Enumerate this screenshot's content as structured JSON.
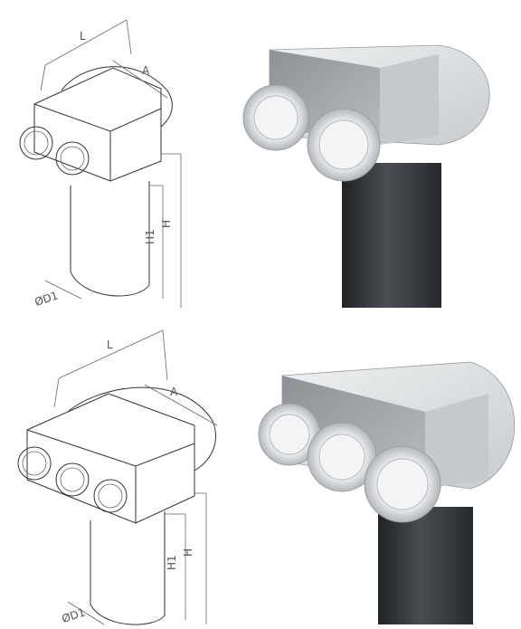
{
  "drawings": [
    {
      "name": "two-port-plenum",
      "labels": {
        "length": "L",
        "width": "A",
        "height": "H",
        "height1": "H1",
        "diameter": "ØD1"
      }
    },
    {
      "name": "three-port-plenum",
      "labels": {
        "length": "L",
        "width": "A",
        "height": "H",
        "height1": "H1",
        "diameter": "ØD1"
      }
    }
  ],
  "colors": {
    "line": "#333333",
    "metal_light": "#d7d9db",
    "metal_mid": "#a9acaf",
    "duct_dark": "#2f3236",
    "collar": "#e9ebed"
  }
}
